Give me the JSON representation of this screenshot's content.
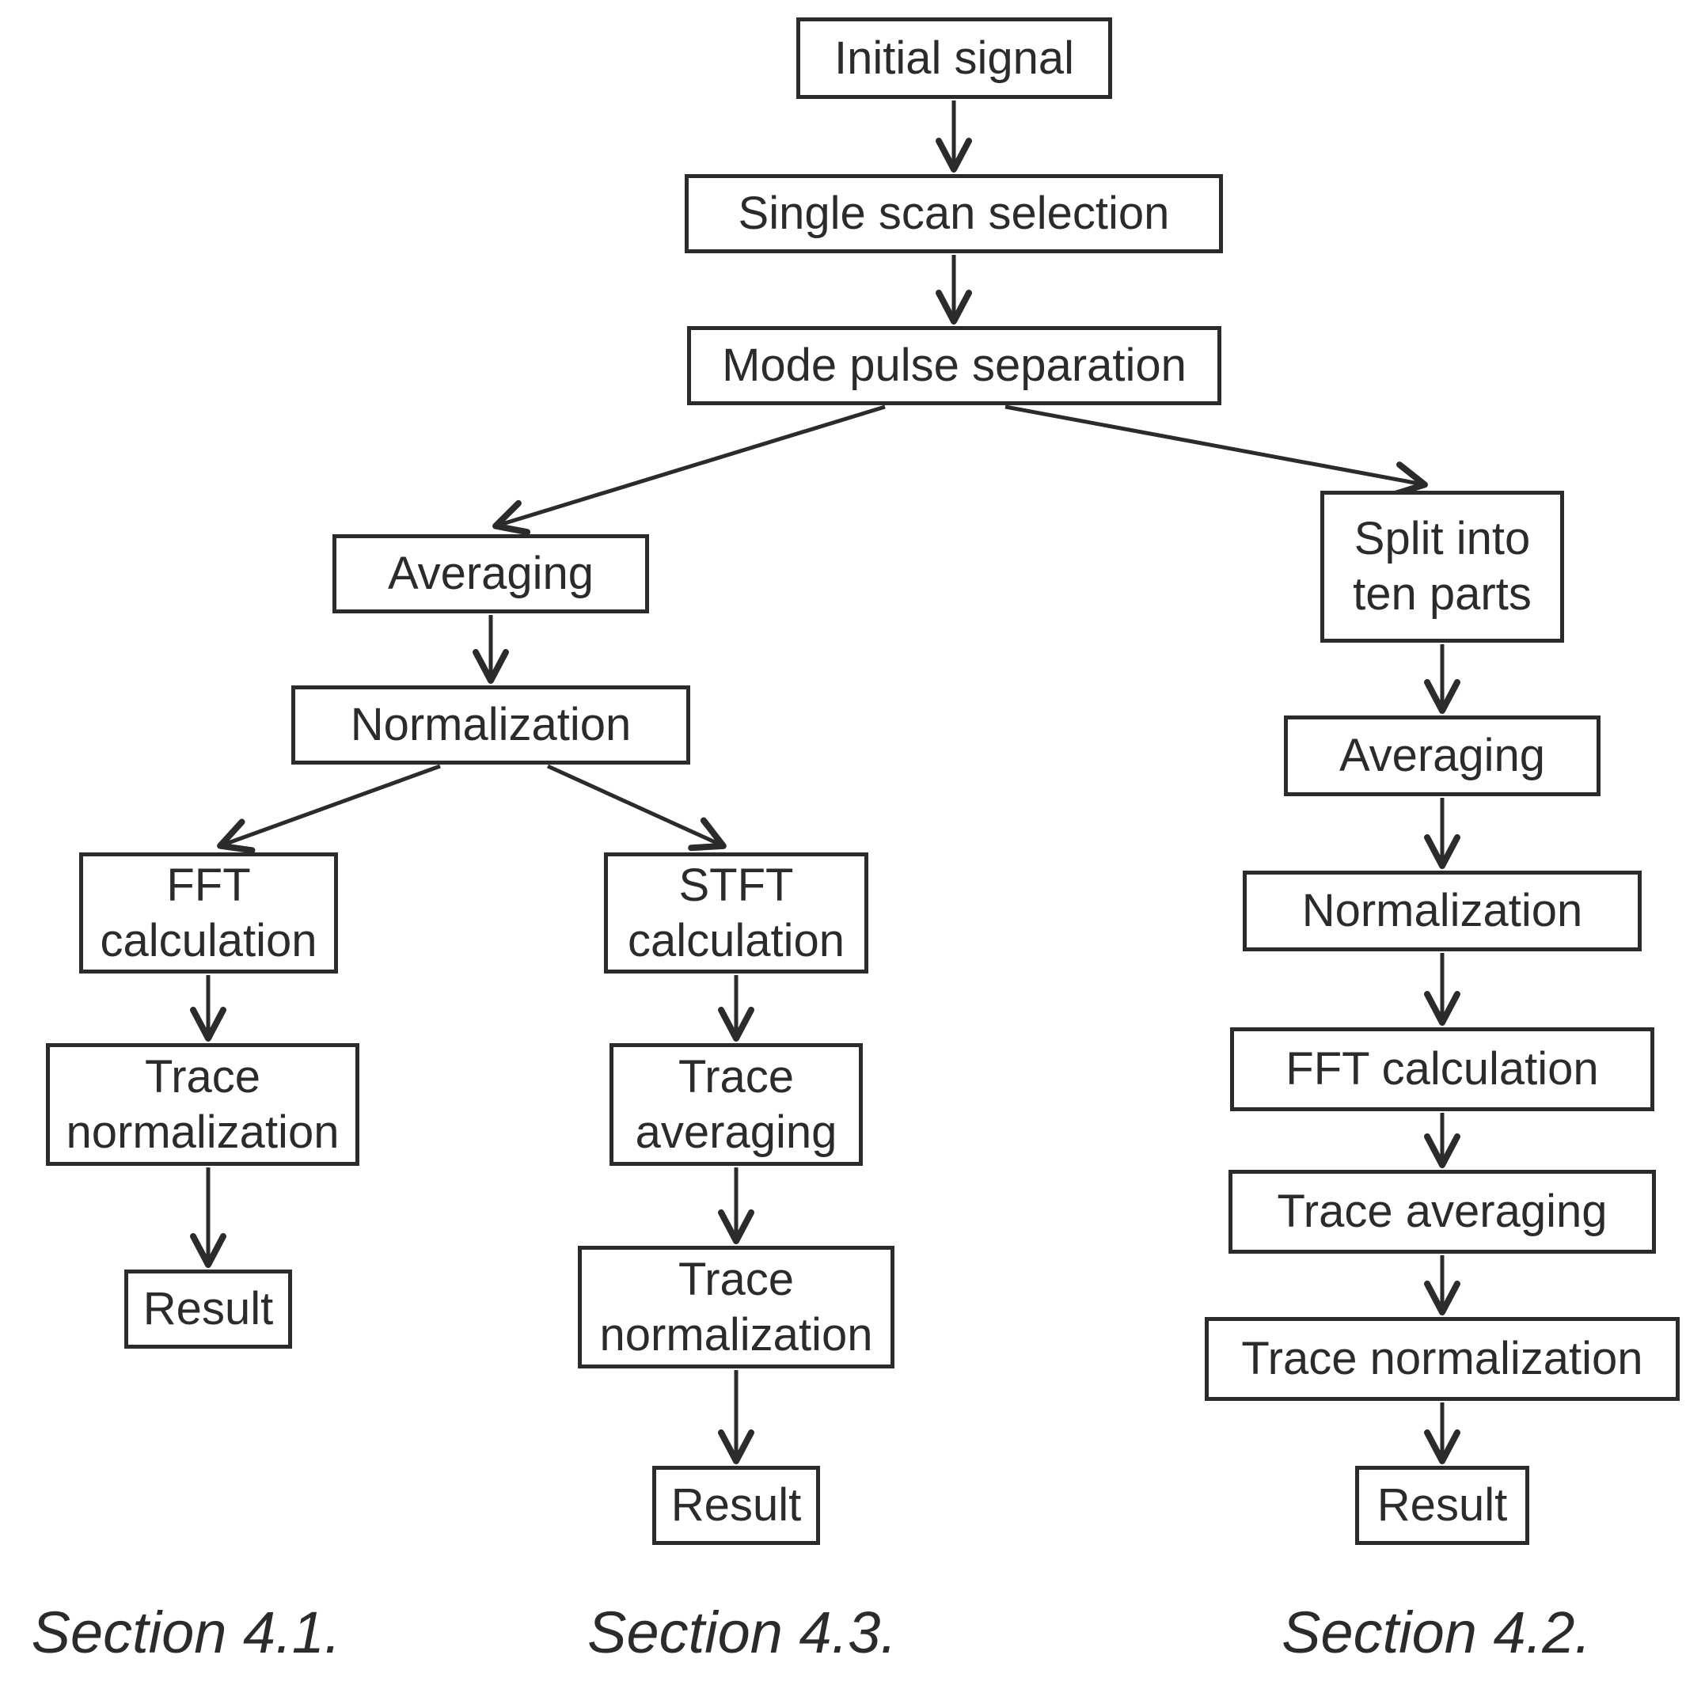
{
  "nodes": {
    "initial_signal": "Initial signal",
    "single_scan_selection": "Single scan selection",
    "mode_pulse_separation": "Mode pulse separation",
    "averaging_left": "Averaging",
    "normalization_left": "Normalization",
    "fft_calculation_left": "FFT calculation",
    "trace_normalization_left": "Trace normalization",
    "result_left": "Result",
    "stft_calculation": "STFT calculation",
    "trace_averaging_middle": "Trace averaging",
    "trace_normalization_middle": "Trace normalization",
    "result_middle": "Result",
    "split_into_ten_parts": "Split into ten parts",
    "averaging_right": "Averaging",
    "normalization_right": "Normalization",
    "fft_calculation_right": "FFT calculation",
    "trace_averaging_right": "Trace averaging",
    "trace_normalization_right": "Trace normalization",
    "result_right": "Result"
  },
  "sections": {
    "left": "Section 4.1.",
    "middle": "Section 4.3.",
    "right": "Section 4.2."
  },
  "edges": [
    [
      "initial_signal",
      "single_scan_selection"
    ],
    [
      "single_scan_selection",
      "mode_pulse_separation"
    ],
    [
      "mode_pulse_separation",
      "averaging_left"
    ],
    [
      "mode_pulse_separation",
      "split_into_ten_parts"
    ],
    [
      "averaging_left",
      "normalization_left"
    ],
    [
      "normalization_left",
      "fft_calculation_left"
    ],
    [
      "normalization_left",
      "stft_calculation"
    ],
    [
      "fft_calculation_left",
      "trace_normalization_left"
    ],
    [
      "trace_normalization_left",
      "result_left"
    ],
    [
      "stft_calculation",
      "trace_averaging_middle"
    ],
    [
      "trace_averaging_middle",
      "trace_normalization_middle"
    ],
    [
      "trace_normalization_middle",
      "result_middle"
    ],
    [
      "split_into_ten_parts",
      "averaging_right"
    ],
    [
      "averaging_right",
      "normalization_right"
    ],
    [
      "normalization_right",
      "fft_calculation_right"
    ],
    [
      "fft_calculation_right",
      "trace_averaging_right"
    ],
    [
      "trace_averaging_right",
      "trace_normalization_right"
    ],
    [
      "trace_normalization_right",
      "result_right"
    ]
  ],
  "colors": {
    "ink": "#2b2b2b",
    "background": "#ffffff"
  }
}
